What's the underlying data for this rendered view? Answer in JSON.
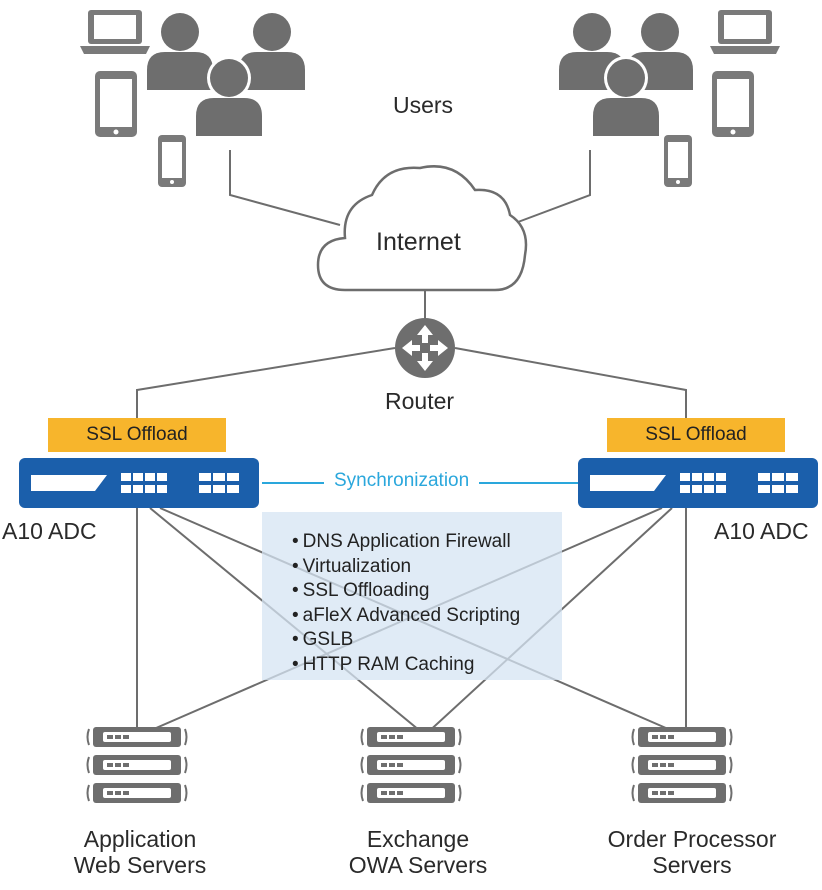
{
  "users_label": "Users",
  "internet_label": "Internet",
  "router_label": "Router",
  "ssl_offload": [
    "SSL Offload",
    "SSL Offload"
  ],
  "adc_labels": [
    "A10 ADC",
    "A10 ADC"
  ],
  "sync_label": "Synchronization",
  "features": [
    "DNS Application Firewall",
    "Virtualization",
    "SSL Offloading",
    "aFleX Advanced Scripting",
    "GSLB",
    "HTTP RAM Caching"
  ],
  "servers": [
    {
      "line1": "Application",
      "line2": "Web Servers"
    },
    {
      "line1": "Exchange",
      "line2": "OWA Servers"
    },
    {
      "line1": "Order Processor",
      "line2": "Servers"
    }
  ],
  "colors": {
    "adc_blue": "#1b5fab",
    "ssl_orange": "#f7b52c",
    "sync_blue": "#2aa7dc",
    "icon_gray": "#7a7a7a",
    "panel_blue": "#d6e4f3"
  }
}
